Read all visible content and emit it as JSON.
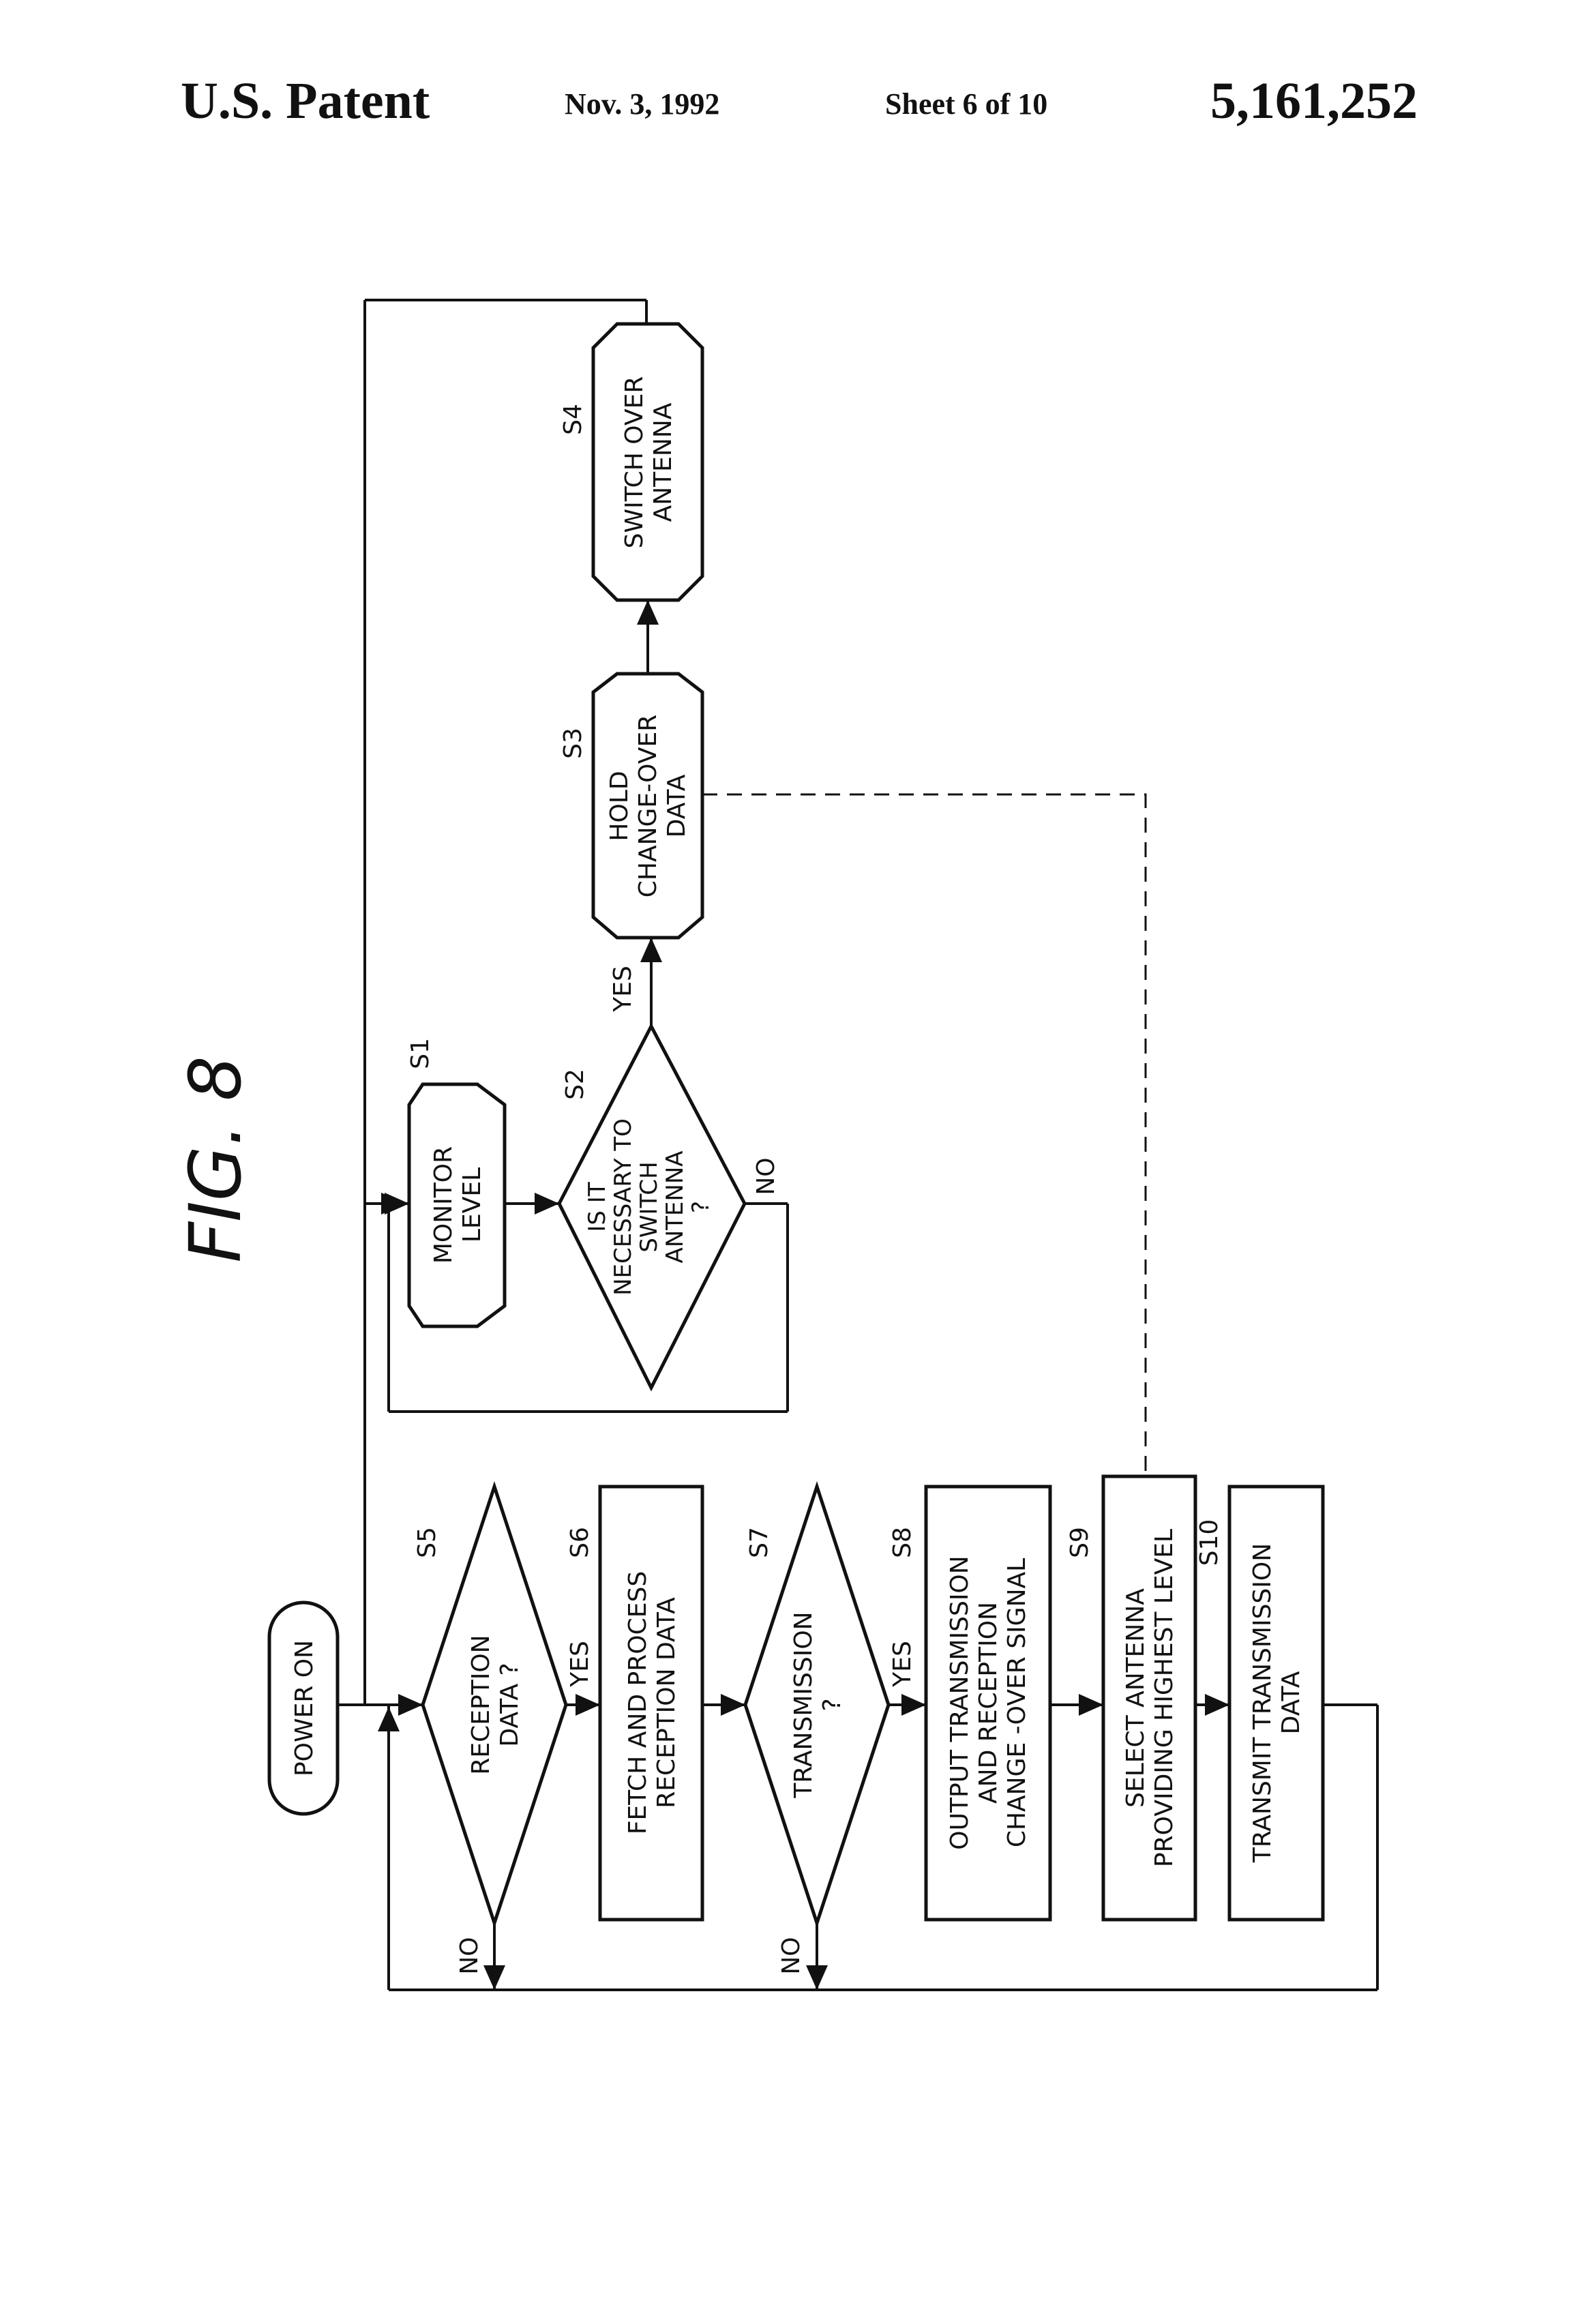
{
  "header": {
    "patent_label": "U.S. Patent",
    "date": "Nov. 3, 1992",
    "sheet": "Sheet 6 of 10",
    "patent_number": "5,161,252"
  },
  "figure": {
    "title": "FIG. 8"
  },
  "steps": {
    "power_on": {
      "lines": [
        "POWER ON"
      ]
    },
    "s1": {
      "tag": "S1",
      "lines": [
        "MONITOR",
        "LEVEL"
      ]
    },
    "s2": {
      "tag": "S2",
      "lines": [
        "IS IT",
        "NECESSARY TO",
        "SWITCH",
        "ANTENNA",
        "?"
      ],
      "yes": "YES",
      "no": "NO"
    },
    "s3": {
      "tag": "S3",
      "lines": [
        "HOLD",
        "CHANGE-OVER",
        "DATA"
      ]
    },
    "s4": {
      "tag": "S4",
      "lines": [
        "SWITCH OVER",
        "ANTENNA"
      ]
    },
    "s5": {
      "tag": "S5",
      "lines": [
        "RECEPTION",
        "DATA ?"
      ],
      "yes": "YES",
      "no": "NO"
    },
    "s6": {
      "tag": "S6",
      "lines": [
        "FETCH AND PROCESS",
        "RECEPTION DATA"
      ]
    },
    "s7": {
      "tag": "S7",
      "lines": [
        "TRANSMISSION",
        "?"
      ],
      "yes": "YES",
      "no": "NO"
    },
    "s8": {
      "tag": "S8",
      "lines": [
        "OUTPUT TRANSMISSION",
        "AND RECEPTION",
        "CHANGE -OVER SIGNAL"
      ]
    },
    "s9": {
      "tag": "S9",
      "lines": [
        "SELECT ANTENNA",
        "PROVIDING HIGHEST LEVEL"
      ]
    },
    "s10": {
      "tag": "S10",
      "lines": [
        "TRANSMIT TRANSMISSION",
        "DATA"
      ]
    }
  },
  "colors": {
    "ink": "#111111",
    "paper": "#ffffff"
  }
}
